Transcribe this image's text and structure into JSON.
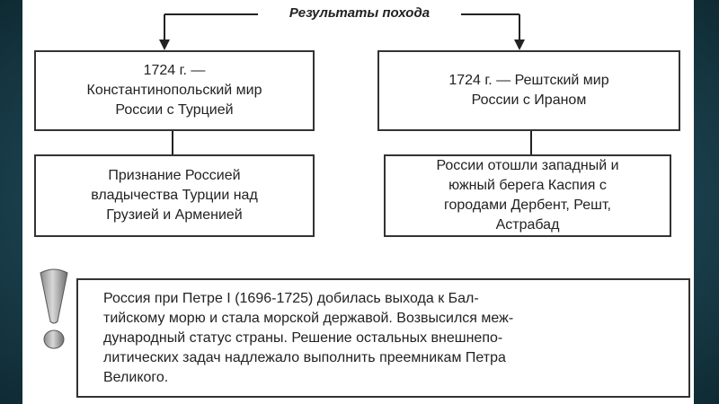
{
  "title": "Результаты похода",
  "left_column": {
    "treaty": "1724 г. —\nКонстантинопольский мир\nРоссии с Турцией",
    "result": "Признание Россией\nвладычества Турции над\nГрузией и Арменией"
  },
  "right_column": {
    "treaty": "1724 г. — Рештский мир\nРоссии с Ираном",
    "result": "России отошли западный и\nюжный берега Каспия с\nгородами Дербент, Решт,\nАстрабад"
  },
  "note": {
    "icon": "exclamation-icon",
    "text": "Россия при Петре I (1696-1725) добилась выхода к Бал-\nтийскому морю и стала морской державой. Возвысился меж-\nдународный статус страны. Решение остальных внешнепо-\nлитических задач надлежало выполнить преемникам Петра\nВеликого."
  }
}
